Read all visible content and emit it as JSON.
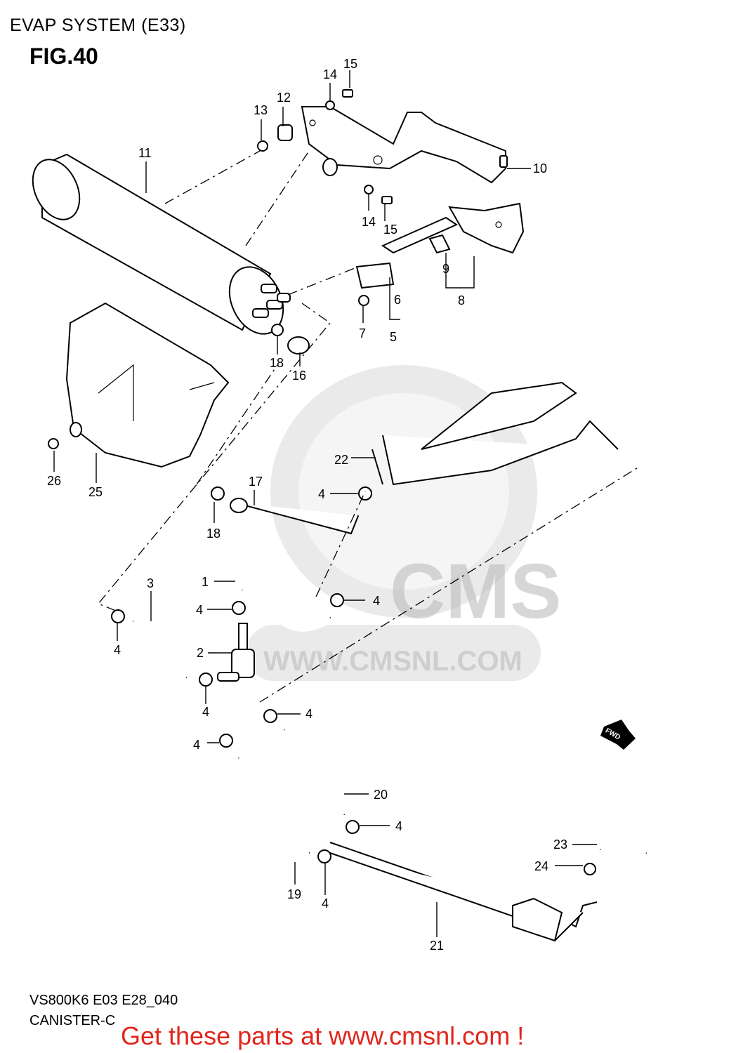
{
  "header": {
    "title": "EVAP SYSTEM (E33)"
  },
  "figure": {
    "id": "FIG.40"
  },
  "watermark": {
    "brand": "CMS",
    "url": "WWW.CMSNL.COM"
  },
  "fwd_label": "FWD",
  "callouts": {
    "c1": "1",
    "c2": "2",
    "c3": "3",
    "c4a": "4",
    "c4b": "4",
    "c4c": "4",
    "c4d": "4",
    "c4e": "4",
    "c4f": "4",
    "c4g": "4",
    "c4h": "4",
    "c4i": "4",
    "c5": "5",
    "c6": "6",
    "c7": "7",
    "c8": "8",
    "c9": "9",
    "c10": "10",
    "c11": "11",
    "c12": "12",
    "c13": "13",
    "c14a": "14",
    "c14b": "14",
    "c15a": "15",
    "c15b": "15",
    "c16": "16",
    "c17": "17",
    "c18a": "18",
    "c18b": "18",
    "c19": "19",
    "c20": "20",
    "c21": "21",
    "c22": "22",
    "c23": "23",
    "c24": "24",
    "c25": "25",
    "c26": "26"
  },
  "footer": {
    "code": "VS800K6 E03 E28_040",
    "label": "CANISTER-C",
    "promo": "Get these parts at www.cmsnl.com !"
  },
  "colors": {
    "promo": "#e0261c",
    "lines": "#000000",
    "watermark": "#bdbdbd"
  }
}
